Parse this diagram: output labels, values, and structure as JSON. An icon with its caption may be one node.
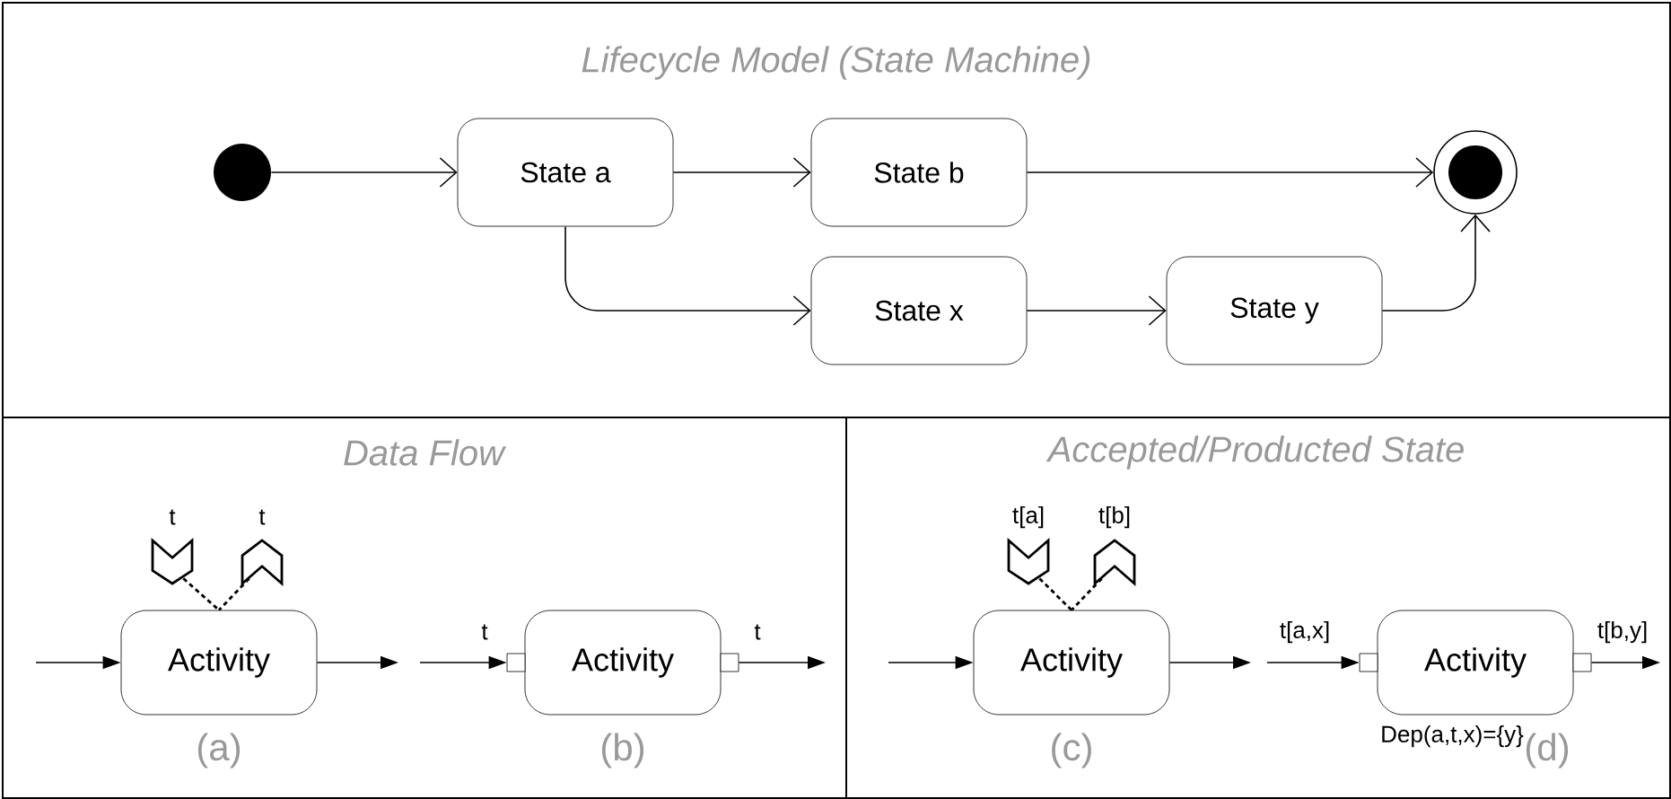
{
  "diagram": {
    "nodes": [
      {
        "text": [
          "Lifecycle Model (State Machine)"
        ]
      },
      {
        "text": [],
        "shape": "circle",
        "in": 0
      },
      {
        "text": [
          "State a"
        ],
        "in": 0
      },
      {
        "text": [
          "State b"
        ],
        "in": 0
      },
      {
        "text": [
          "State x"
        ],
        "in": 0
      },
      {
        "text": [
          "State y"
        ],
        "in": 0
      },
      {
        "text": [],
        "shape": "circle",
        "in": 0
      },
      {
        "text": [
          "Data Flow"
        ]
      },
      {
        "text": [
          "Activity"
        ],
        "beside": [
          "(a)"
        ],
        "in": 7
      },
      {
        "text": [
          "t"
        ],
        "in": 7
      },
      {
        "text": [
          "t"
        ],
        "in": 7
      },
      {
        "text": [
          "Activity"
        ],
        "beside": [
          "(b)"
        ],
        "in": 7
      },
      {
        "text": [
          "Accepted/Producted State"
        ]
      },
      {
        "text": [
          "Activity"
        ],
        "beside": [
          "(c)"
        ],
        "in": 12
      },
      {
        "text": [
          "t[a]"
        ],
        "in": 12
      },
      {
        "text": [
          "t[b]"
        ],
        "in": 12
      },
      {
        "text": [
          "Activity"
        ],
        "beside": [
          "Dep(a,t,x)={y}",
          "(d)"
        ],
        "in": 12
      }
    ],
    "edges": [
      {
        "from": 1,
        "to": 2,
        "arrow": "to"
      },
      {
        "from": 2,
        "to": 3,
        "arrow": "to"
      },
      {
        "from": 2,
        "to": 4,
        "arrow": "to"
      },
      {
        "from": 3,
        "to": 6,
        "arrow": "to"
      },
      {
        "from": 4,
        "to": 5,
        "arrow": "to"
      },
      {
        "from": 5,
        "to": 6,
        "arrow": "to"
      },
      {
        "from": null,
        "to": 8,
        "arrow": "to"
      },
      {
        "from": 8,
        "to": null,
        "arrow": "to"
      },
      {
        "from": 9,
        "to": 8,
        "arrow": "none",
        "style": "dashed"
      },
      {
        "from": 10,
        "to": 8,
        "arrow": "none",
        "style": "dashed"
      },
      {
        "from": null,
        "to": 11,
        "arrow": "to",
        "label": "t"
      },
      {
        "from": 11,
        "to": null,
        "arrow": "to",
        "label": "t"
      },
      {
        "from": null,
        "to": 13,
        "arrow": "to"
      },
      {
        "from": 13,
        "to": null,
        "arrow": "to"
      },
      {
        "from": 14,
        "to": 13,
        "arrow": "none",
        "style": "dashed"
      },
      {
        "from": 15,
        "to": 13,
        "arrow": "none",
        "style": "dashed"
      },
      {
        "from": null,
        "to": 16,
        "arrow": "to",
        "label": "t[a,x]"
      },
      {
        "from": 16,
        "to": null,
        "arrow": "to",
        "label": "t[b,y]"
      }
    ]
  }
}
